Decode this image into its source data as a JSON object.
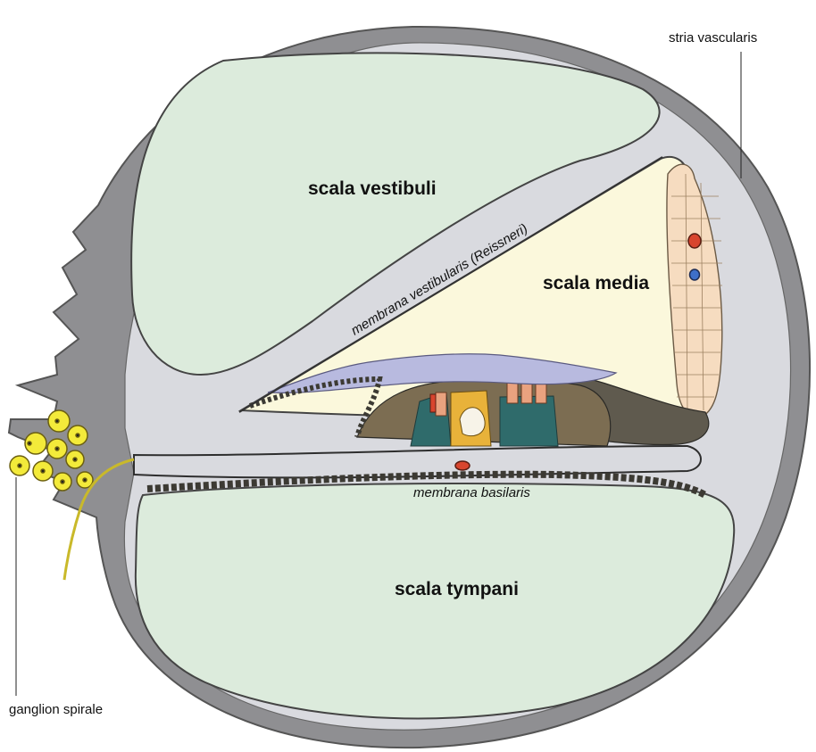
{
  "labels": {
    "scala_vestibuli": "scala vestibuli",
    "scala_media": "scala media",
    "scala_tympani": "scala tympani",
    "membrana_vestibularis": "membrana vestibularis (Reissneri)",
    "membrana_basilaris": "membrana basilaris",
    "stria_vascularis": "stria vascularis",
    "ganglion_spirale": "ganglion spirale"
  },
  "colors": {
    "bone_wall": "#8f8f92",
    "inner_lining": "#d9dadf",
    "perilymph": "#dcebdc",
    "endolymph": "#fbf8dc",
    "tectorial_membrane": "#b8badf",
    "stria_cells": "#f6dcc0",
    "ganglion_cells": "#f3ea3a",
    "support_cells": "#7c6d52",
    "pillar_cells": "#2f6b6b",
    "hair_cells": "#e9a27f",
    "vessel_red": "#d8452e",
    "vessel_blue": "#3e6fc9"
  }
}
